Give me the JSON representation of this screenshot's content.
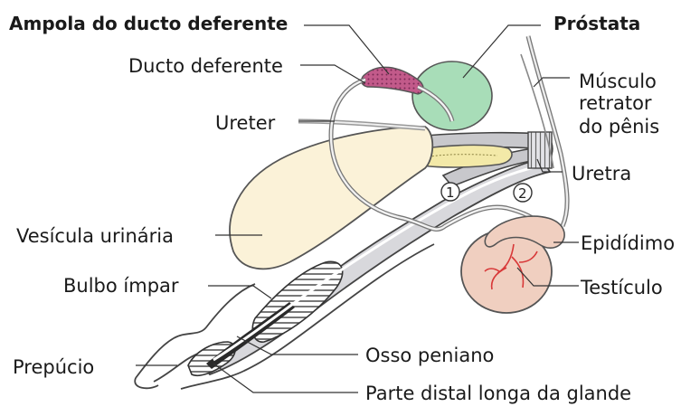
{
  "labels": {
    "ampola": "Ampola do ducto deferente",
    "prostata": "Próstata",
    "ducto": "Ducto deferente",
    "musculo_l1": "Músculo",
    "musculo_l2": "retrator",
    "musculo_l3": "do pênis",
    "ureter": "Ureter",
    "uretra": "Uretra",
    "vesicula": "Vesícula urinária",
    "epididimo": "Epidídimo",
    "testiculo": "Testículo",
    "bulbo": "Bulbo ímpar",
    "prepucio": "Prepúcio",
    "osso": "Osso peniano",
    "glande": "Parte distal longa da glande"
  },
  "markers": {
    "one": "1",
    "two": "2"
  },
  "colors": {
    "ampola": "#c25a8a",
    "prostata": "#a8ddb8",
    "bladder": "#fbf2d8",
    "urethra_fill": "#c8c8cc",
    "testis": "#f0cfc0",
    "vessels": "#d83838",
    "pelvic_gland": "#f3e9a8"
  }
}
